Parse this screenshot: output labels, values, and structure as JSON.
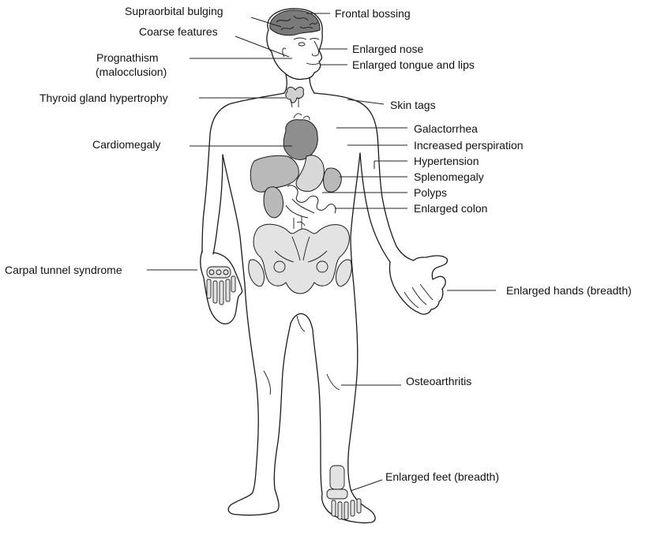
{
  "colors": {
    "organ_gray": "#b9b9b9",
    "organ_dark": "#8e8e8e",
    "bone_fill": "#e3e3e3",
    "line": "#1a1a1a"
  },
  "labels": {
    "supraorbital_bulging": "Supraorbital bulging",
    "frontal_bossing": "Frontal bossing",
    "coarse_features": "Coarse features",
    "enlarged_nose": "Enlarged nose",
    "prognathism_line1": "Prognathism",
    "prognathism_line2": "(malocclusion)",
    "enlarged_tongue_lips": "Enlarged tongue and lips",
    "thyroid": "Thyroid gland hypertrophy",
    "skin_tags": "Skin tags",
    "galactorrhea": "Galactorrhea",
    "cardiomegaly": "Cardiomegaly",
    "increased_perspiration": "Increased perspiration",
    "hypertension": "Hypertension",
    "splenomegaly": "Splenomegaly",
    "polyps": "Polyps",
    "enlarged_colon": "Enlarged colon",
    "carpal_tunnel": "Carpal tunnel syndrome",
    "enlarged_hands": "Enlarged hands (breadth)",
    "osteoarthritis": "Osteoarthritis",
    "enlarged_feet": "Enlarged feet (breadth)"
  }
}
